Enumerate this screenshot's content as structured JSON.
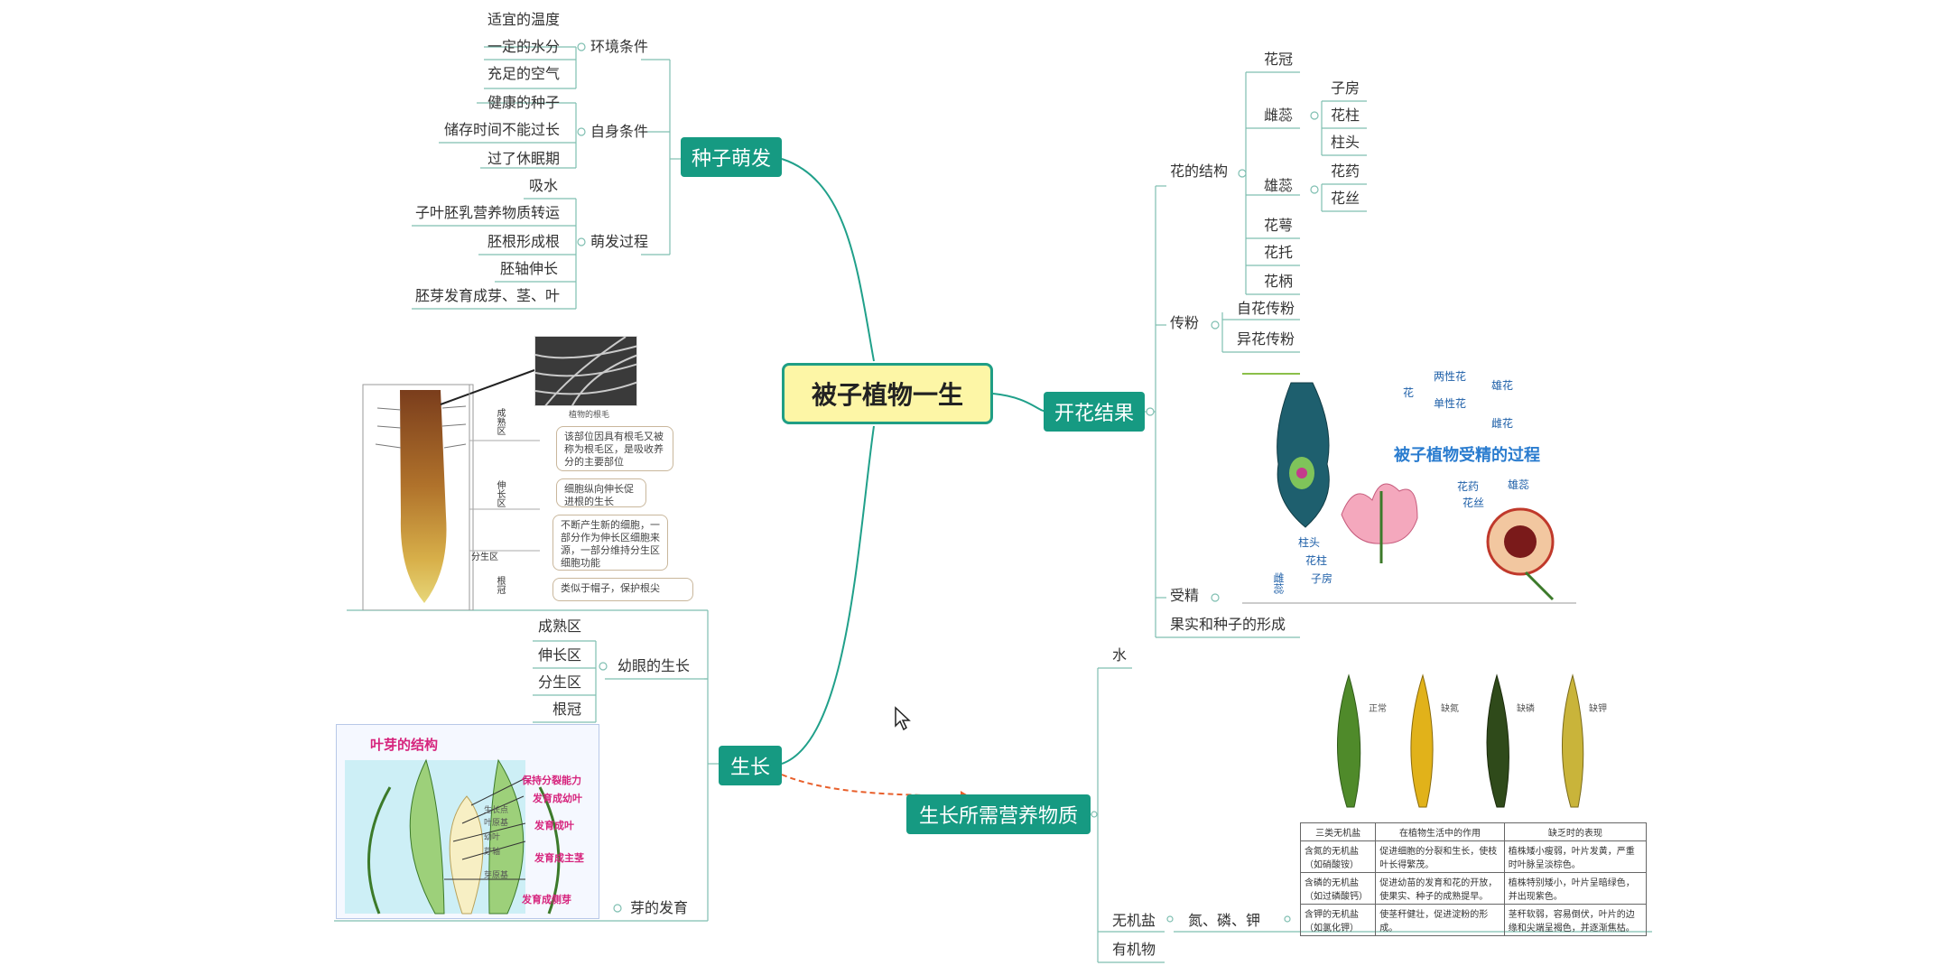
{
  "central": "被子植物一生",
  "branches": {
    "germination": {
      "label": "种子萌发",
      "env": {
        "label": "环境条件",
        "items": [
          "适宜的温度",
          "一定的水分",
          "充足的空气"
        ]
      },
      "self": {
        "label": "自身条件",
        "items": [
          "健康的种子",
          "储存时间不能过长",
          "过了休眠期"
        ]
      },
      "process": {
        "label": "萌发过程",
        "items": [
          "吸水",
          "子叶胚乳营养物质转运",
          "胚根形成根",
          "胚轴伸长",
          "胚芽发育成芽、茎、叶"
        ]
      }
    },
    "flowering": {
      "label": "开花结果",
      "structure": {
        "label": "花的结构",
        "corolla": "花冠",
        "pistil": {
          "label": "雌蕊",
          "items": [
            "子房",
            "花柱",
            "柱头"
          ]
        },
        "stamen": {
          "label": "雄蕊",
          "items": [
            "花药",
            "花丝"
          ]
        },
        "others": [
          "花萼",
          "花托",
          "花柄"
        ]
      },
      "pollination": {
        "label": "传粉",
        "items": [
          "自花传粉",
          "异花传粉"
        ]
      },
      "fertilization": "受精",
      "fruit": "果实和种子的形成"
    },
    "growth": {
      "label": "生长",
      "root": {
        "label": "幼眼的生长",
        "items": [
          "成熟区",
          "伸长区",
          "分生区",
          "根冠"
        ]
      },
      "bud": "芽的发育"
    },
    "nutrients": {
      "label": "生长所需营养物质",
      "items": [
        "水",
        "无机盐",
        "有机物"
      ],
      "minerals": "氮、磷、钾"
    }
  },
  "root_figure": {
    "photo_caption": "植物的根毛",
    "zones": [
      "成熟区",
      "伸长区",
      "分生区",
      "根冠"
    ],
    "notes": [
      "该部位因具有根毛又被称为根毛区，是吸收养分的主要部位",
      "细胞纵向伸长促进根的生长",
      "不断产生新的细胞，一部分作为伸长区细胞来源，一部分维持分生区细胞功能",
      "类似于帽子，保护根尖"
    ]
  },
  "fertilization_figure": {
    "title": "被子植物受精的过程",
    "labels": {
      "flower": "花",
      "bisexual": "两性花",
      "unisexual": "单性花",
      "male": "雄花",
      "female": "雌花",
      "stigma": "柱头",
      "style": "花柱",
      "ovary": "子房",
      "anther": "花药",
      "filament": "花丝",
      "stamen": "雄蕊",
      "pistil": "雌蕊"
    }
  },
  "bud_figure": {
    "title": "叶芽的结构",
    "labels": [
      "保持分裂能力",
      "发育成幼叶",
      "发育成叶",
      "发育成主茎",
      "发育成侧芽"
    ],
    "parts": [
      "生长点",
      "叶原基",
      "幼叶",
      "芽轴",
      "芽原基"
    ]
  },
  "leaf_figure": {
    "labels": [
      "正常",
      "缺氮",
      "缺磷",
      "缺钾"
    ]
  },
  "nutrient_table": {
    "headers": [
      "三类无机盐",
      "在植物生活中的作用",
      "缺乏时的表现"
    ],
    "rows": [
      [
        "含氮的无机盐（如硝酸铵）",
        "促进细胞的分裂和生长，使枝叶长得繁茂。",
        "植株矮小瘦弱，叶片发黄，严重时叶脉呈淡棕色。"
      ],
      [
        "含磷的无机盐（如过磷酸钙）",
        "促进幼苗的发育和花的开放，使果实、种子的成熟提早。",
        "植株特别矮小，叶片呈暗绿色，并出现紫色。"
      ],
      [
        "含钾的无机盐（如氯化钾）",
        "使茎秆健壮，促进淀粉的形成。",
        "茎秆软弱，容易倒伏，叶片的边缘和尖端呈褐色，并逐渐焦枯。"
      ]
    ]
  },
  "colors": {
    "branch": "#169a82",
    "line": "#20a08a",
    "central_fill": "#fdf6a6",
    "dashed": "#e8602c"
  }
}
